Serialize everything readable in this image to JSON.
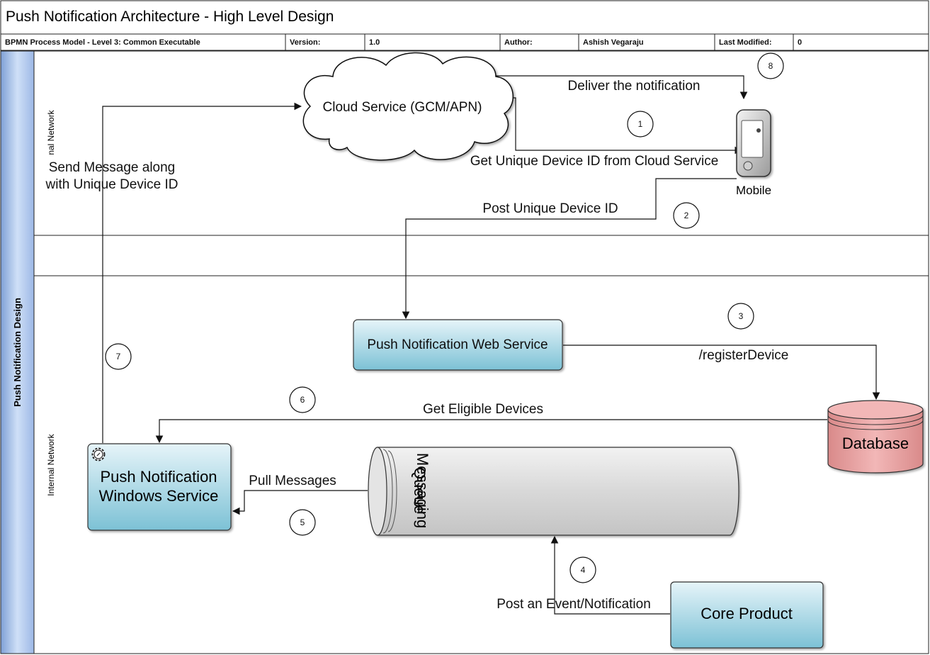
{
  "header": {
    "title": "Push Notification Architecture - High Level Design",
    "meta": {
      "process_model": "BPMN Process Model - Level 3: Common Executable",
      "version_label": "Version:",
      "version_value": "1.0",
      "author_label": "Author:",
      "author_value": "Ashish Vegaraju",
      "modified_label": "Last Modified:",
      "modified_value": "0"
    }
  },
  "pool": {
    "name": "Push Notification Design",
    "lanes": {
      "top_truncated": "nal Network",
      "bottom": "Internal Network"
    }
  },
  "nodes": {
    "cloud": "Cloud Service (GCM/APN)",
    "mobile": "Mobile",
    "web_service": "Push Notification Web Service",
    "database": "Database",
    "windows_service_line1": "Push Notification",
    "windows_service_line2": "Windows Service",
    "queue_line1": "Messaging",
    "queue_line2": "Queue",
    "core_product": "Core Product"
  },
  "flows": {
    "deliver": "Deliver the notification",
    "get_id": "Get Unique Device ID from Cloud Service",
    "post_id": "Post Unique Device ID",
    "register": "/registerDevice",
    "eligible": "Get Eligible Devices",
    "pull": "Pull Messages",
    "post_event": "Post an Event/Notification",
    "send_line1": "Send Message along",
    "send_line2": "with Unique Device ID"
  },
  "steps": [
    "1",
    "2",
    "3",
    "4",
    "5",
    "6",
    "7",
    "8"
  ],
  "colors": {
    "task_fill_top": "#e4f3f8",
    "task_fill_bottom": "#7fc3d6",
    "database_fill": "#e8a0a0",
    "queue_fill": "#d9d9d9",
    "pool_band": "#a9c4ec"
  },
  "icons": {
    "service_task": "gear-icon",
    "mobile": "mobile-phone-icon"
  }
}
